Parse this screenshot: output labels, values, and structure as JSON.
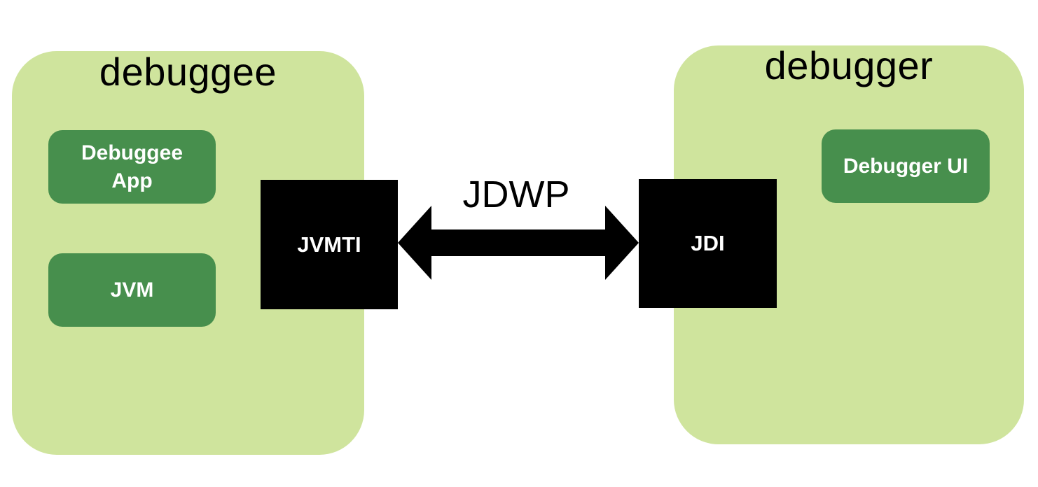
{
  "debuggee": {
    "title": "debuggee",
    "app_label": "Debuggee App",
    "jvm_label": "JVM",
    "interface_label": "JVMTI"
  },
  "debugger": {
    "title": "debugger",
    "ui_label": "Debugger UI",
    "interface_label": "JDI"
  },
  "connection": {
    "protocol_label": "JDWP"
  },
  "colors": {
    "container_fill": "#cfe49d",
    "module_fill": "#478f4d",
    "interface_fill": "#000000",
    "module_text": "#ffffff",
    "title_text": "#000000",
    "background": "#ffffff"
  }
}
